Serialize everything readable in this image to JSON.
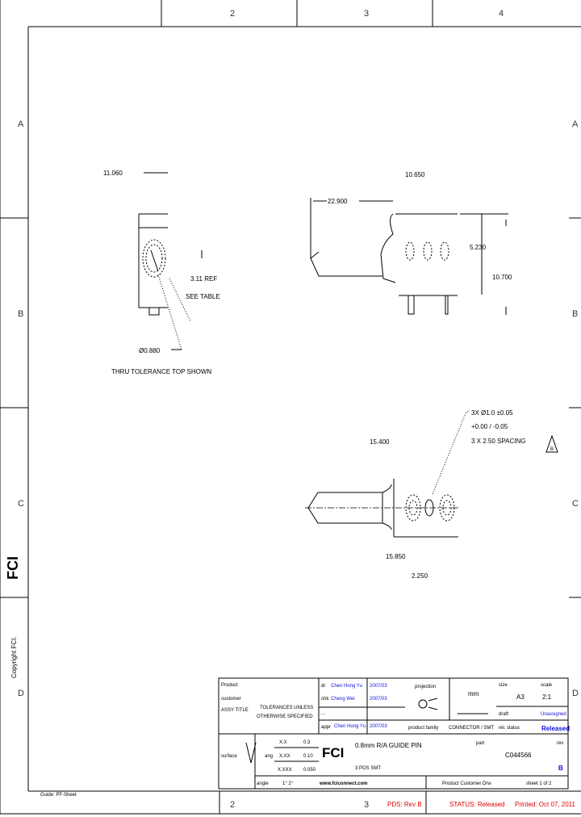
{
  "zones": {
    "columns": [
      "2",
      "3",
      "4"
    ],
    "rows": [
      "A",
      "B",
      "C",
      "D"
    ]
  },
  "views": {
    "side": {
      "width_dim": "11.060",
      "hole_dim": "Ø0.880",
      "hole_note": "3.11 REF",
      "depth_note": "SEE TABLE",
      "bottom_note": "THRU TOLERANCE TOP SHOWN"
    },
    "front": {
      "top_dim": "10.650",
      "length_dim": "22.900",
      "height_dim": "5.230",
      "overall_height_dim": "10.700"
    },
    "top": {
      "offset_dim": "15.400",
      "callout_line1": "3X Ø1.0 ±0.05",
      "callout_line2": "+0.00 / -0.05",
      "callout_line3": "3 X 2.50 SPACING",
      "callout_flag": "B",
      "pitch_dim": "15.850",
      "span_dim": "2.250"
    }
  },
  "title_block": {
    "product_label": "Product",
    "customer_label": "customer",
    "assy_label": "ASSY TITLE",
    "tolerance_note_1": "TOLERANCES UNLESS",
    "tolerance_note_2": "OTHERWISE SPECIFIED",
    "dr_label": "dr",
    "dr_name": "Chen Hong Yu",
    "dr_date": "2007/03",
    "chk_label": "chk",
    "chk_name": "Cheng Wei",
    "chk_date": "2007/03",
    "row3_label": "...",
    "appr_label": "appr",
    "appr_name": "Chen Hong Yu",
    "appr_date": "2007/03",
    "projection_label": "projection",
    "product_family_label": "product family",
    "product_family_value": "CONNECTOR / SMT",
    "units": "mm",
    "size_label": "size",
    "size_value": "A3",
    "scale_label": "scale",
    "scale_value": "2:1",
    "drawing_label": "draft",
    "drawing_value": "Unassigned",
    "revision_status_label": "rel. status",
    "status": "Released",
    "surface_label": "surface",
    "angle_label": "ang",
    "tol_rows": [
      {
        "key": "X.X",
        "val": "0.3"
      },
      {
        "key": "X.XX",
        "val": "0.10"
      },
      {
        "key": "X.XXX",
        "val": "0.050"
      }
    ],
    "title_line1": "0.8mm R/A GUIDE PIN",
    "title_line2": "3 POS SMT",
    "part_label": "part",
    "part_number": "C044566",
    "rev_label": "rev",
    "rev_value": "B",
    "angle_row_label": "angle",
    "angle_values": "1°     2°",
    "website": "www.fciconnect.com",
    "product_customer": "Product Customer Drw",
    "sheet": "sheet 1 of 2",
    "logo": "FCI"
  },
  "footer": {
    "left_note": "Guide: PF-Sheet",
    "pds": "PDS: Rev B",
    "status": "STATUS: Released",
    "printed": "Printed: Oct 07, 2011"
  },
  "sidebar": {
    "copyright": "Copyright FCI.",
    "logo": "FCI"
  }
}
